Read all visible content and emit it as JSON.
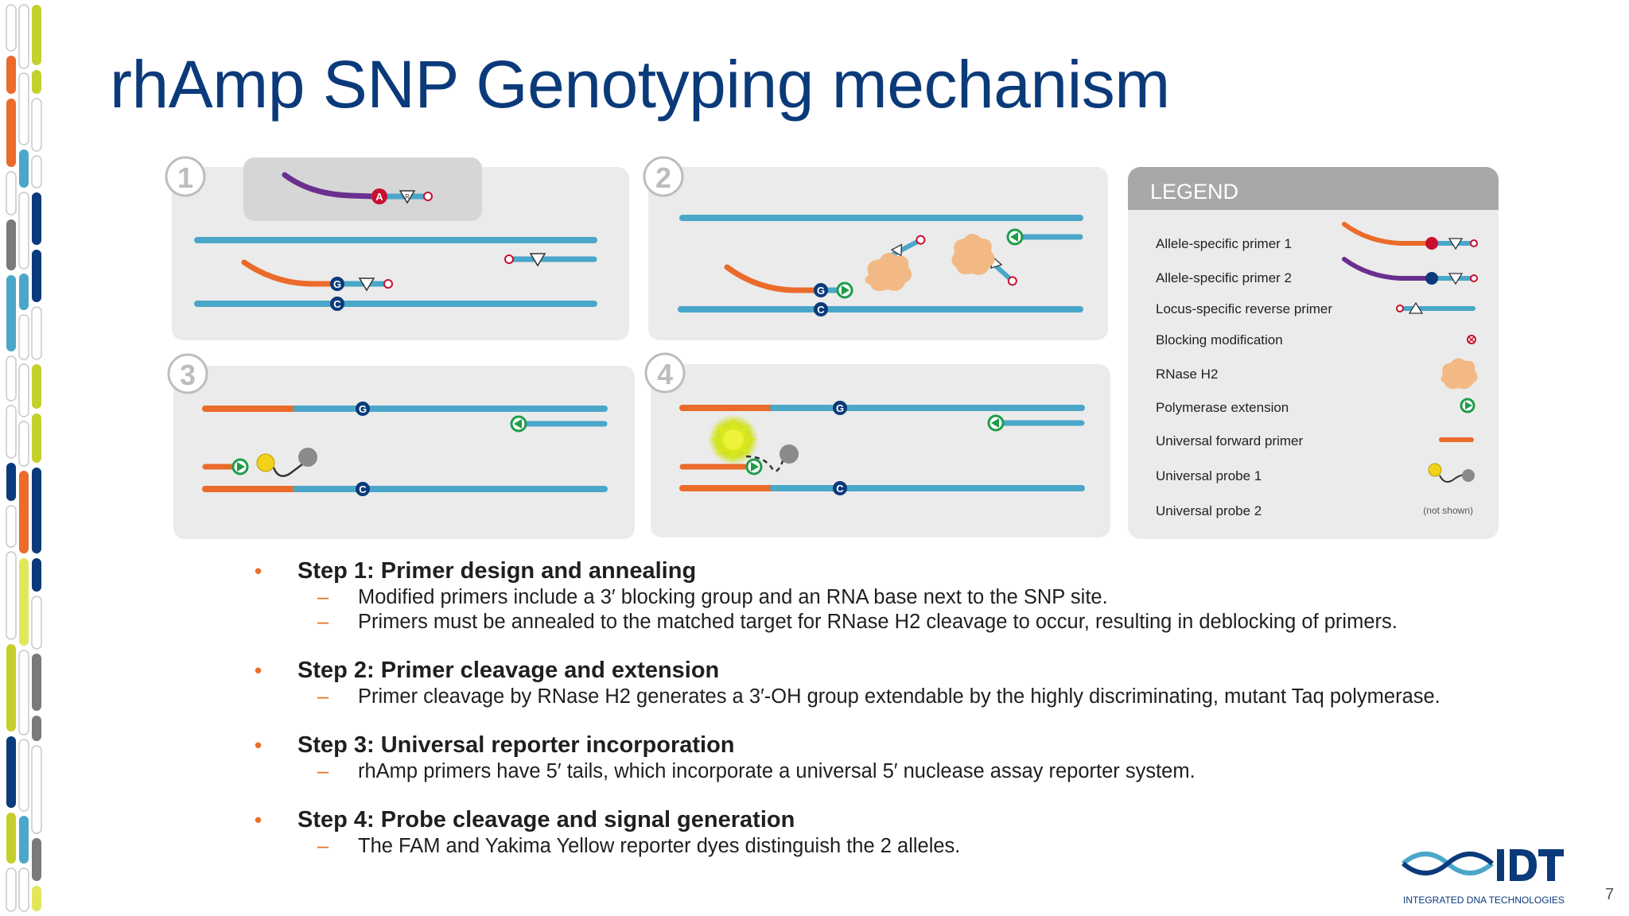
{
  "slide": {
    "title": "rhAmp SNP Genotyping mechanism",
    "page_number": "7"
  },
  "diagram": {
    "panels": [
      {
        "number": "1"
      },
      {
        "number": "2"
      },
      {
        "number": "3"
      },
      {
        "number": "4"
      }
    ],
    "bases": {
      "a": "A",
      "g": "G",
      "c": "C",
      "r": "R"
    },
    "legend": {
      "title": "LEGEND",
      "items": [
        {
          "label": "Allele-specific primer 1"
        },
        {
          "label": "Allele-specific primer 2"
        },
        {
          "label": "Locus-specific reverse primer"
        },
        {
          "label": "Blocking modification"
        },
        {
          "label": "RNase H2"
        },
        {
          "label": "Polymerase extension"
        },
        {
          "label": "Universal forward primer"
        },
        {
          "label": "Universal probe 1"
        },
        {
          "label": "Universal probe 2",
          "note": "(not shown)"
        }
      ]
    },
    "colors": {
      "strand_blue": "#4aa7c9",
      "primer_orange": "#ea6b2a",
      "primer_purple": "#6a2f8f",
      "base_red": "#c8102e",
      "base_navy": "#0b3a7a",
      "extension_green": "#1e9c4a",
      "rnase_peach": "#f2b985",
      "panel_bg": "#ebebeb",
      "legend_header": "#a8a8a8"
    }
  },
  "steps": [
    {
      "heading": "Step 1: Primer design and annealing",
      "bullets": [
        "Modified primers include a 3′ blocking group and an RNA base next to the SNP site.",
        "Primers must be annealed to the matched target for RNase H2 cleavage to occur, resulting in deblocking of primers."
      ]
    },
    {
      "heading": "Step 2: Primer cleavage and extension",
      "bullets": [
        "Primer cleavage by RNase H2 generates a 3′-OH group extendable by the highly discriminating, mutant Taq polymerase."
      ]
    },
    {
      "heading": "Step 3: Universal reporter incorporation",
      "bullets": [
        "rhAmp primers have 5′ tails, which incorporate a universal 5′ nuclease assay reporter system."
      ]
    },
    {
      "heading": "Step 4: Probe cleavage and signal generation",
      "bullets": [
        "The FAM and Yakima Yellow reporter dyes distinguish the 2 alleles."
      ]
    }
  ],
  "logo": {
    "name": "IDT",
    "tagline": "INTEGRATED DNA TECHNOLOGIES"
  }
}
